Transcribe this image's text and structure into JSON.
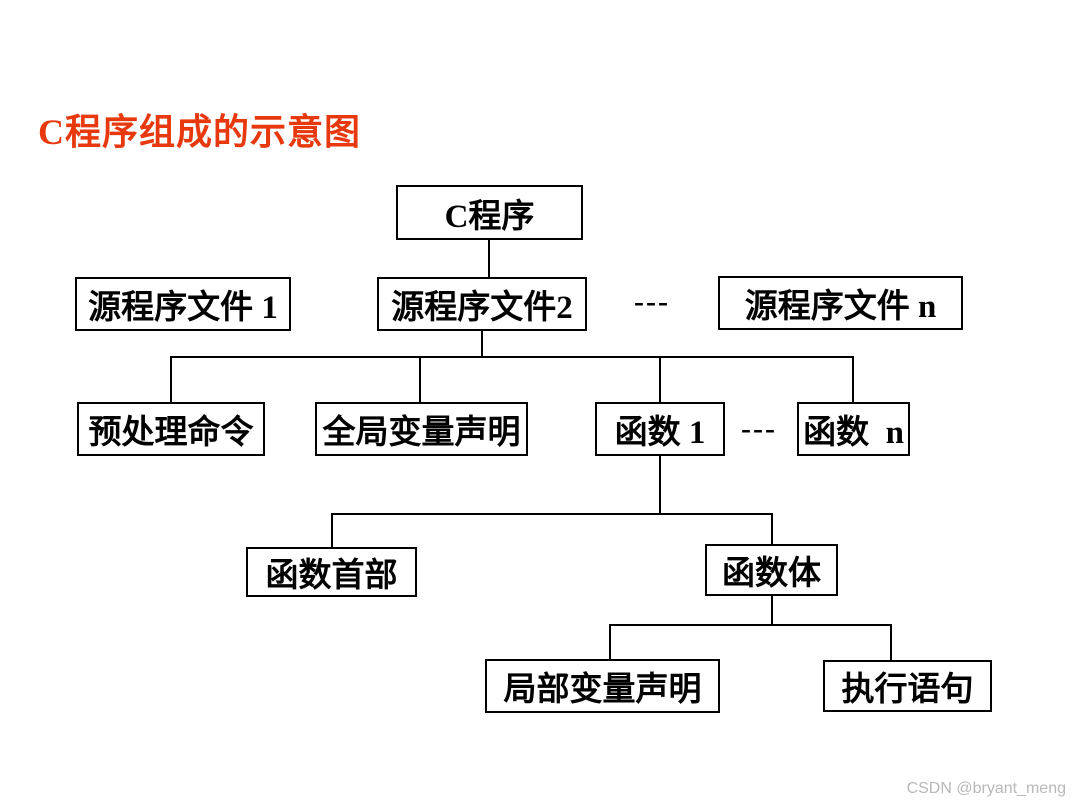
{
  "page": {
    "heading": "C程序组成的示意图",
    "watermark": "CSDN @bryant_meng"
  },
  "colors": {
    "heading": "#e8390e",
    "line": "#000000",
    "watermark": "#b8b8b8",
    "background": "#ffffff"
  },
  "diagram": {
    "type": "tree",
    "nodes": {
      "c_program": "C程序",
      "src_file_1": "源程序文件 1",
      "src_file_2": "源程序文件2",
      "ellipsis_files": "---",
      "src_file_n": "源程序文件 n",
      "preprocessor": "预处理命令",
      "global_decl": "全局变量声明",
      "func_1": "函数 1",
      "ellipsis_funcs": "---",
      "func_n": "函数  n",
      "func_header": "函数首部",
      "func_body": "函数体",
      "local_decl": "局部变量声明",
      "exec_stmt": "执行语句"
    },
    "edges": [
      {
        "from": "c_program",
        "to": "src_file_2"
      },
      {
        "from": "src_file_2",
        "to": "preprocessor"
      },
      {
        "from": "src_file_2",
        "to": "global_decl"
      },
      {
        "from": "src_file_2",
        "to": "func_1"
      },
      {
        "from": "src_file_2",
        "to": "func_n"
      },
      {
        "from": "func_1",
        "to": "func_header"
      },
      {
        "from": "func_1",
        "to": "func_body"
      },
      {
        "from": "func_body",
        "to": "local_decl"
      },
      {
        "from": "func_body",
        "to": "exec_stmt"
      }
    ]
  }
}
